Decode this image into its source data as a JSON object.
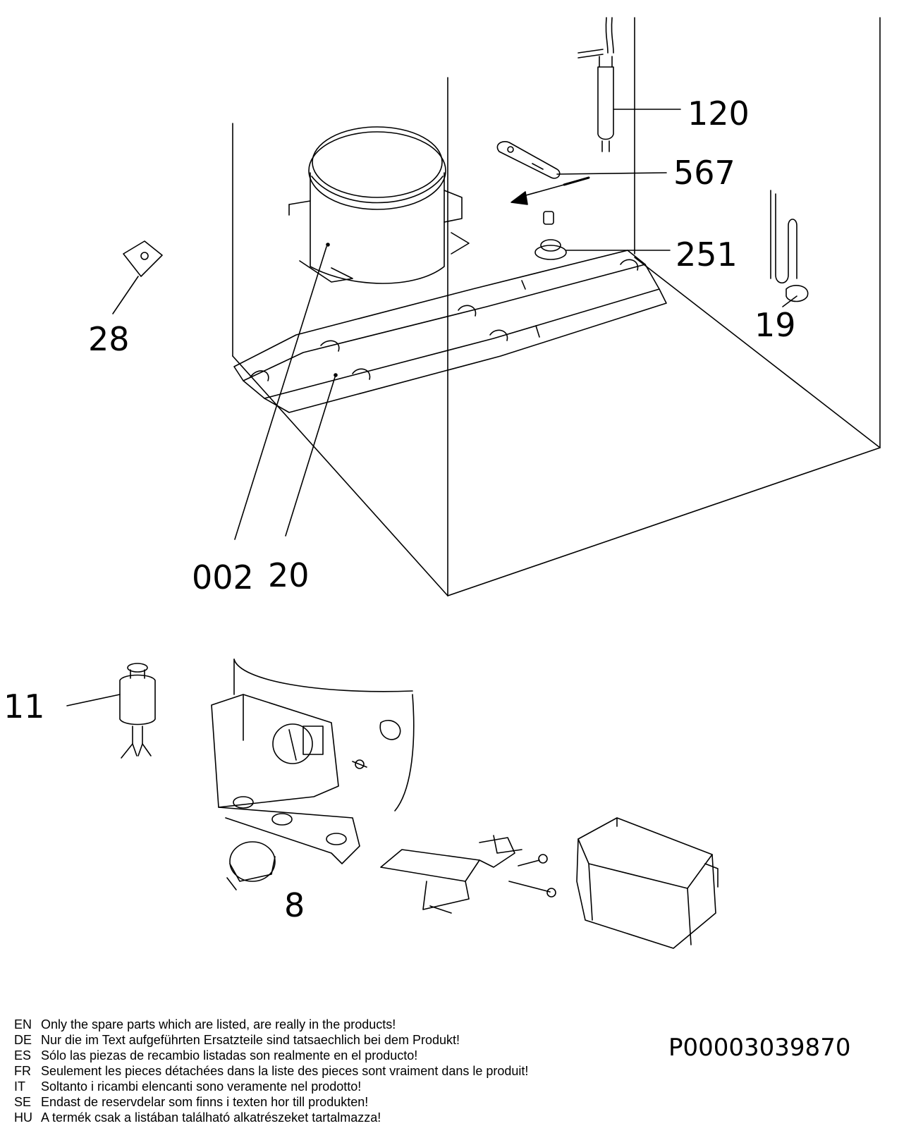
{
  "callouts": {
    "p120": "120",
    "p567": "567",
    "p251": "251",
    "p19": "19",
    "p28": "28",
    "p002": "002",
    "p20": "20",
    "p11": "11",
    "p8": "8"
  },
  "notes": [
    {
      "code": "EN",
      "text": "Only the spare parts which are listed, are really in the products!"
    },
    {
      "code": "DE",
      "text": "Nur die im Text aufgeführten Ersatzteile sind tatsaechlich bei dem Produkt!"
    },
    {
      "code": "ES",
      "text": "Sólo las piezas de recambio  listadas son realmente en el producto!"
    },
    {
      "code": "FR",
      "text": "Seulement les pieces détachées dans la liste des pieces sont vraiment dans le produit!"
    },
    {
      "code": "IT",
      "text": "Soltanto i ricambi elencanti sono veramente nel prodotto!"
    },
    {
      "code": "SE",
      "text": "Endast de reservdelar som finns i texten hor till produkten!"
    },
    {
      "code": "HU",
      "text": "A termék csak a listában található alkatrészeket tartalmazza!"
    }
  ],
  "document_id": "P00003039870"
}
